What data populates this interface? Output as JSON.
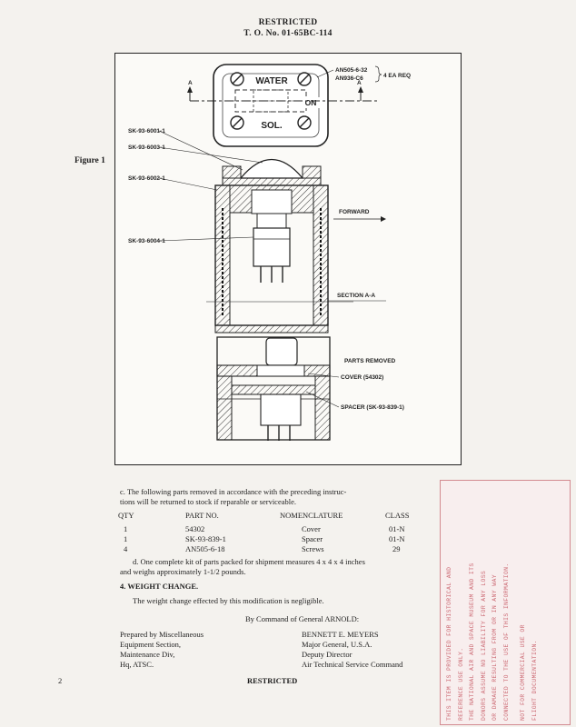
{
  "header": {
    "restricted": "RESTRICTED",
    "order_number": "T. O. No. 01-65BC-114"
  },
  "figure": {
    "label": "Figure 1",
    "callouts": {
      "an505": "AN505-6-32",
      "an936": "AN936-C6",
      "qty_req": "4 EA REQ",
      "section_mark": "A",
      "part_6001": "SK-93-6001-1",
      "part_6003": "SK-93-6003-1",
      "part_6002": "SK-93-6002-1",
      "part_6004": "SK-93-6004-1",
      "forward": "FORWARD",
      "section_aa": "SECTION A-A",
      "parts_removed": "PARTS REMOVED",
      "cover": "COVER (54302)",
      "spacer": "SPACER (SK-93-839-1)"
    },
    "plate": {
      "word1": "WATER",
      "word2": "ON",
      "word3": "SOL."
    }
  },
  "body": {
    "para_c_line1": "c. The following parts removed in accordance with the preceding instruc-",
    "para_c_line2": "tions will be returned to stock if reparable or serviceable.",
    "table": {
      "headers": [
        "QTY",
        "PART NO.",
        "NOMENCLATURE",
        "CLASS"
      ],
      "rows": [
        [
          "1",
          "54302",
          "Cover",
          "01-N"
        ],
        [
          "1",
          "SK-93-839-1",
          "Spacer",
          "01-N"
        ],
        [
          "4",
          "AN505-6-18",
          "Screws",
          "29"
        ]
      ]
    },
    "para_d_line1": "d. One complete kit of parts packed for shipment measures 4 x 4 x 4 inches",
    "para_d_line2": "and weighs approximately 1-1/2 pounds.",
    "section4_heading": "4. WEIGHT CHANGE.",
    "section4_text": "The weight change effected by this modification is negligible.",
    "command": "By Command of General ARNOLD:",
    "prepared": {
      "line1": "Prepared by Miscellaneous",
      "line2": "Equipment Section,",
      "line3": "Maintenance Div,",
      "line4": "Hq, ATSC."
    },
    "signature": {
      "name": "BENNETT E. MEYERS",
      "rank": "Major General, U.S.A.",
      "title": "Deputy Director",
      "org": "Air Technical Service Command"
    }
  },
  "footer": {
    "page_number": "2",
    "restricted": "RESTRICTED"
  },
  "stamp": {
    "line1": "THIS ITEM IS PROVIDED FOR HISTORICAL AND",
    "line2": "REFERENCE USE ONLY.",
    "line3": "THE NATIONAL AIR AND SPACE MUSEUM AND ITS",
    "line4": "DONORS ASSUME NO LIABILITY FOR ANY LOSS",
    "line5": "OR DAMAGE RESULTING FROM OR IN ANY WAY",
    "line6": "CONNECTED TO THE USE OF THIS INFORMATION.",
    "line7": "NOT FOR COMMERCIAL USE OR",
    "line8": "FLIGHT DOCUMENTATION."
  }
}
